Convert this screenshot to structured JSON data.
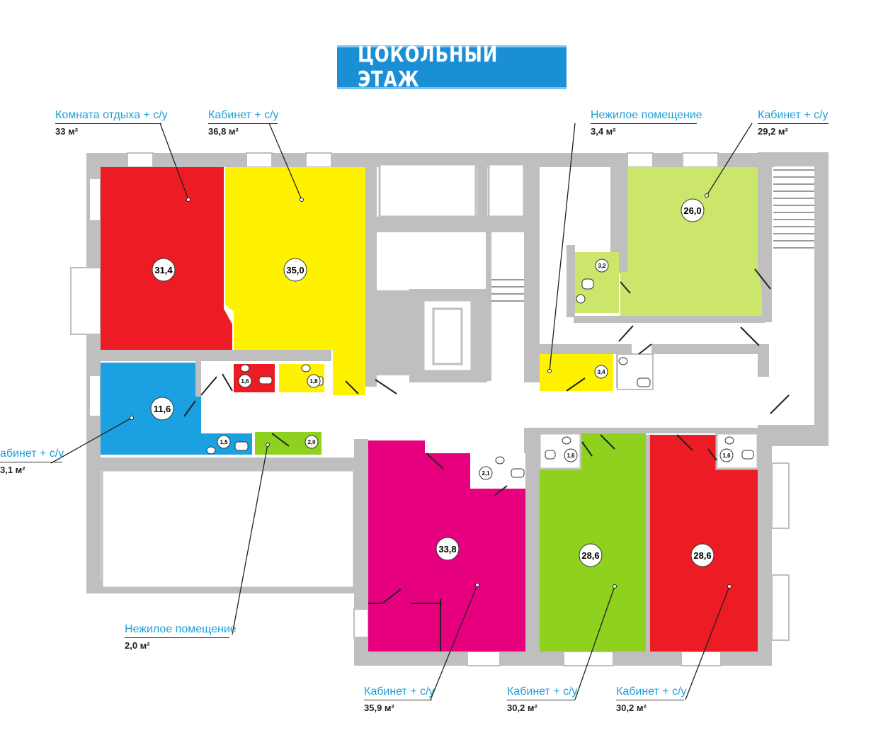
{
  "title": "ЦОКОЛЬНЫЙ ЭТАЖ",
  "colors": {
    "wall": "#bfbfbf",
    "red": "#ed1c24",
    "yellow": "#fff200",
    "blue": "#1ba1e2",
    "light_green": "#cce66b",
    "green": "#8ed11f",
    "magenta": "#e6007e",
    "title_bg": "#1a8fd6",
    "label_blue": "#1f9fd8"
  },
  "callouts": [
    {
      "label": "Комната отдыха + с/у",
      "area": "33 м²"
    },
    {
      "label": "Кабинет + с/у",
      "area": "36,8 м²"
    },
    {
      "label": "Нежилое помещение",
      "area": "3,4 м²"
    },
    {
      "label": "Кабинет + с/у",
      "area": "29,2 м²"
    },
    {
      "label": "абинет + с/у",
      "area": "3,1 м²"
    },
    {
      "label": "Нежилое помещение",
      "area": "2,0 м²"
    },
    {
      "label": "Кабинет + с/у",
      "area": "35,9 м²"
    },
    {
      "label": "Кабинет + с/у",
      "area": "30,2 м²"
    },
    {
      "label": "Кабинет + с/у",
      "area": "30,2 м²"
    }
  ],
  "rooms": {
    "main": [
      "31,4",
      "35,0",
      "26,0",
      "11,6",
      "33,8",
      "28,6",
      "28,6"
    ],
    "small": [
      "3,2",
      "1,6",
      "1,8",
      "3,4",
      "1,5",
      "2,0",
      "2,1",
      "1,6",
      "1,6"
    ]
  }
}
